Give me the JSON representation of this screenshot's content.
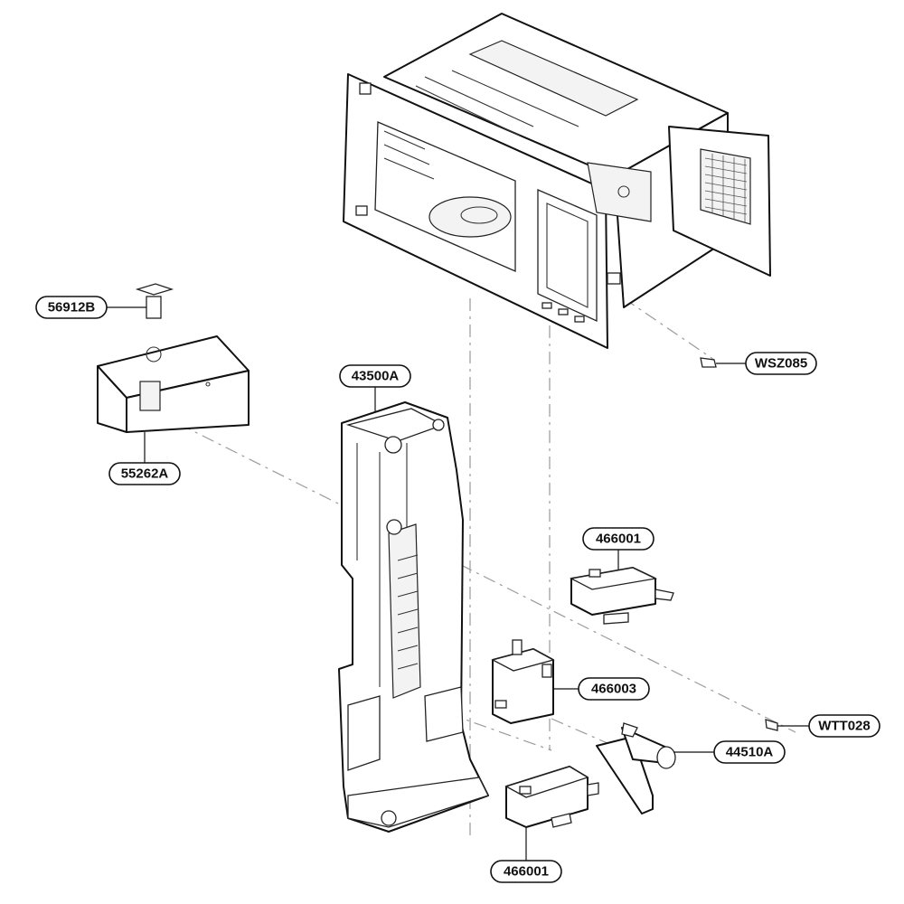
{
  "diagram": {
    "callouts": [
      {
        "id": "c-56912b",
        "label": "56912B"
      },
      {
        "id": "c-55262a",
        "label": "55262A"
      },
      {
        "id": "c-43500a",
        "label": "43500A"
      },
      {
        "id": "c-wsz085",
        "label": "WSZ085"
      },
      {
        "id": "c-466001-top",
        "label": "466001"
      },
      {
        "id": "c-466003",
        "label": "466003"
      },
      {
        "id": "c-wtt028",
        "label": "WTT028"
      },
      {
        "id": "c-44510a",
        "label": "44510A"
      },
      {
        "id": "c-466001-bottom",
        "label": "466001"
      }
    ]
  }
}
